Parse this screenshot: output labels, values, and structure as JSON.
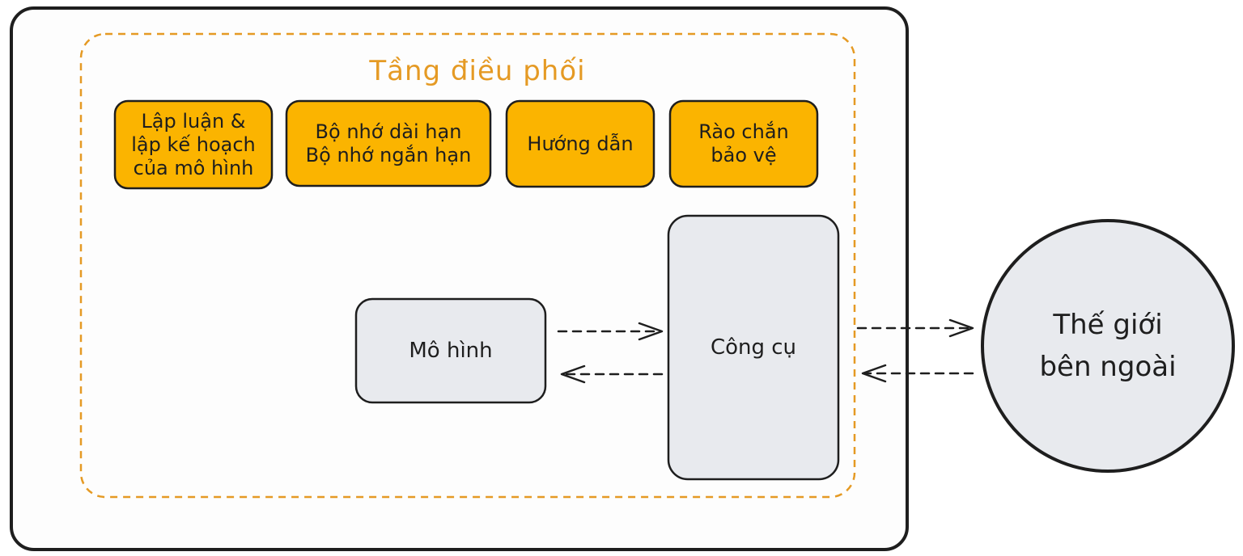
{
  "title": "Tầng điều phối",
  "components": [
    {
      "label": "Lập luận &\nlập kế hoạch\ncủa mô hình"
    },
    {
      "label": "Bộ nhớ dài hạn\nBộ nhớ ngắn hạn"
    },
    {
      "label": "Hướng dẫn"
    },
    {
      "label": "Rào chắn\nbảo vệ"
    }
  ],
  "model": {
    "label": "Mô hình"
  },
  "tools": {
    "label": "Công cụ"
  },
  "world": {
    "label": "Thế giới\nbên ngoài"
  },
  "colors": {
    "orchestration_accent": "#e59a24",
    "component_fill": "#fbb400",
    "node_fill": "#e8eaee",
    "stroke": "#1e1e1e"
  }
}
